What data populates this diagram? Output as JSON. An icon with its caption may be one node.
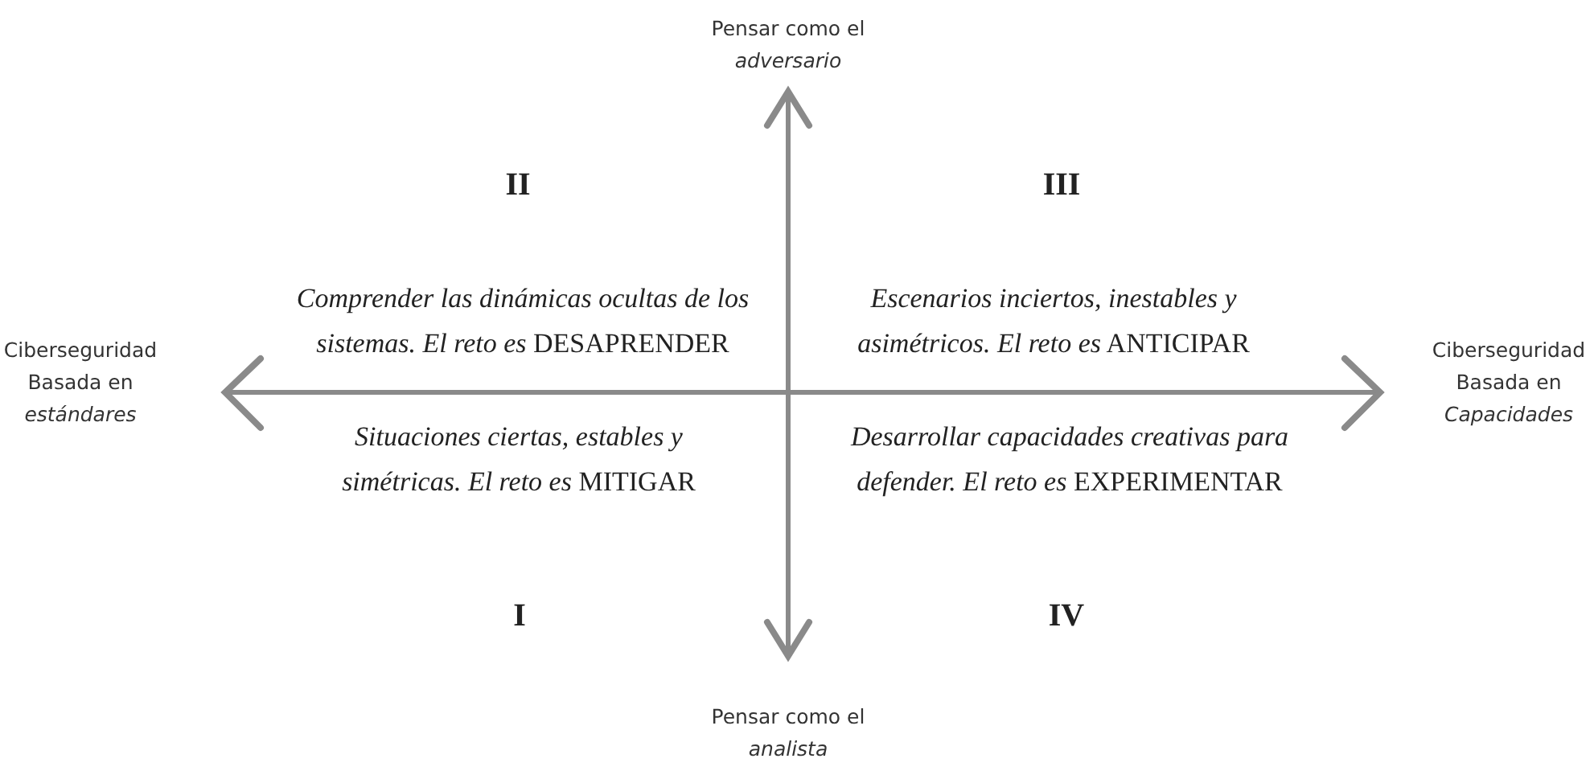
{
  "diagram": {
    "labels": [
      "Pensar como el *adversario*",
      "II",
      "III",
      "*Comprender las dinámicas ocultas de los sistemas. El reto es* DESAPRENDER",
      "*Escenarios inciertos, inestables y asimétricos. El reto es* ANTICIPAR",
      "Ciberseguridad Basada en *estándares*",
      "Ciberseguridad Basada en *Capacidades*",
      "*Situaciones ciertas, estables y simétricas. El reto es* MITIGAR",
      "*Desarrollar capacidades creativas para defender. El reto es* EXPERIMENTAR",
      "I",
      "IV",
      "Pensar como el *analista*"
    ]
  }
}
